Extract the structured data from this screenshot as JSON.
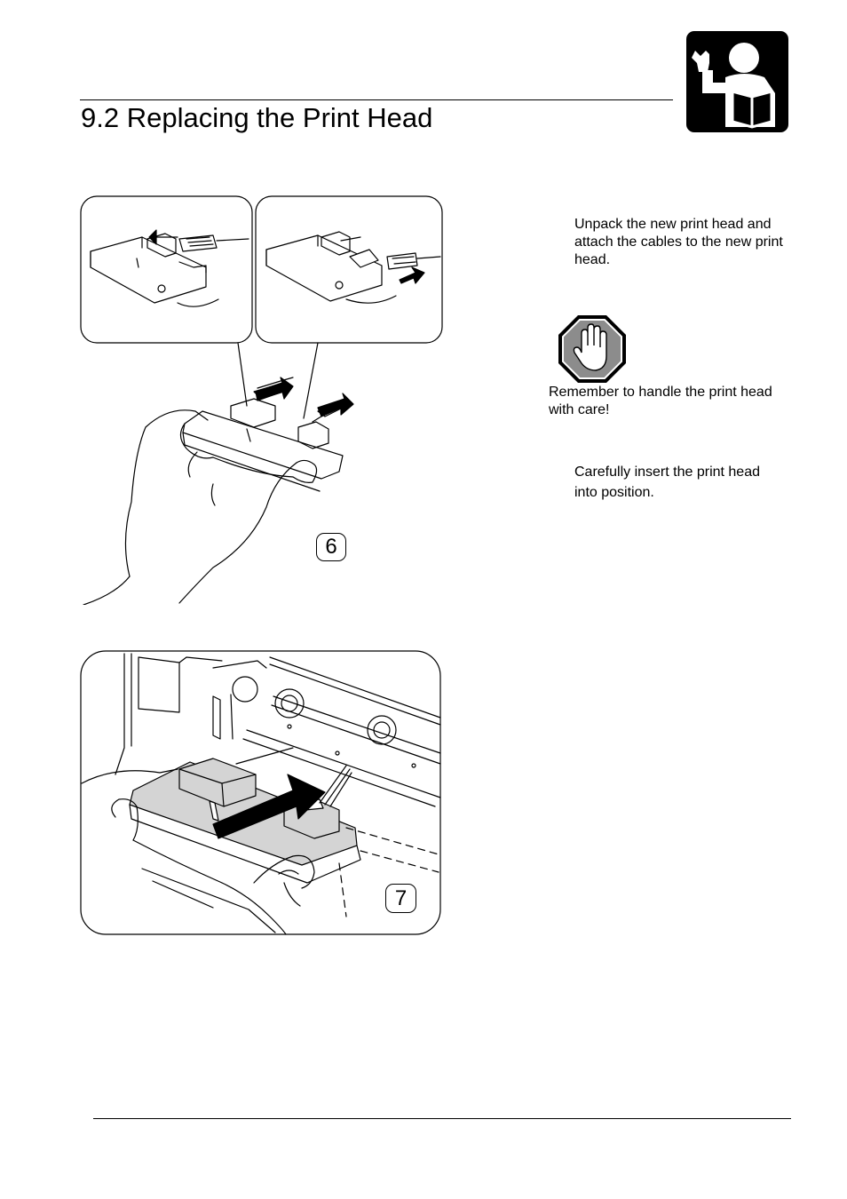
{
  "section": {
    "title": "9.2 Replacing the Print Head"
  },
  "icons": {
    "header_badge": "maintenance-person-wrench-book-icon",
    "warning": "stop-hand-icon"
  },
  "instructions": {
    "step_attach_cables": "Unpack the new print head and attach the cables to the new print head.",
    "caution": "Remember to handle the print head with care!",
    "step_insert": "Carefully insert the print head into position."
  },
  "figures": {
    "fig6_number": "6",
    "fig7_number": "7"
  }
}
